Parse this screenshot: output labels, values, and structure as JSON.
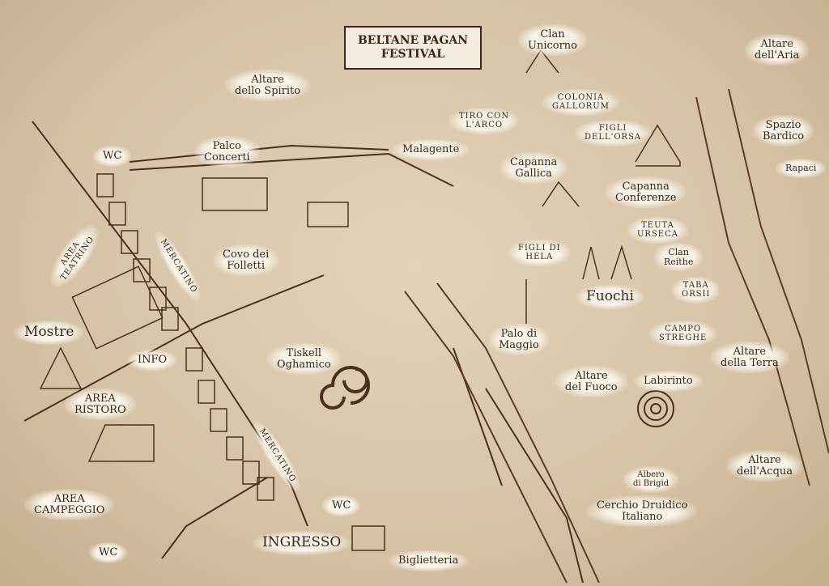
{
  "title": {
    "line1": "BELTANE PAGAN",
    "line2": "FESTIVAL"
  },
  "labels": {
    "altare_spirito": [
      "Altare",
      "dello Spirito"
    ],
    "palco_concerti": [
      "Palco",
      "Concerti"
    ],
    "wc_top": "WC",
    "wc_bottom_left": "WC",
    "wc_ingresso": "WC",
    "malagente": "Malagente",
    "tiro_arco": [
      "TIRO CON",
      "L'ARCO"
    ],
    "clan_unicorno": [
      "Clan",
      "Unicorno"
    ],
    "colonia_gallorum": [
      "COLONIA",
      "GALLORUM"
    ],
    "figli_orsa": [
      "FIGLI",
      "DELL'ORSA"
    ],
    "altare_aria": [
      "Altare",
      "dell'Aria"
    ],
    "spazio_bardico": [
      "Spazio",
      "Bardico"
    ],
    "rapaci": "Rapaci",
    "capanna_gallica": [
      "Capanna",
      "Gallica"
    ],
    "capanna_conferenze": [
      "Capanna",
      "Conferenze"
    ],
    "teuta_urseca": [
      "TEUTA",
      "URSECA"
    ],
    "clan_reithe": [
      "Clan",
      "Reithe"
    ],
    "figli_hela": [
      "FIGLI DI",
      "HELA"
    ],
    "fuochi": "Fuochi",
    "taba_orsii": [
      "TABA",
      "ORSII"
    ],
    "campo_streghe": [
      "CAMPO",
      "STREGHE"
    ],
    "palo_maggio": [
      "Palo di",
      "Maggio"
    ],
    "altare_fuoco": [
      "Altare",
      "del Fuoco"
    ],
    "labirinto": "Labirinto",
    "altare_terra": [
      "Altare",
      "della Terra"
    ],
    "altare_acqua": [
      "Altare",
      "dell'Acqua"
    ],
    "albero_brigid": [
      "Albero",
      "di Brigid"
    ],
    "cerchio_druidico": [
      "Cerchio Druidico",
      "Italiano"
    ],
    "area_teatrino": [
      "AREA",
      "TEATRINO"
    ],
    "mercatino_1": "MERCATINO",
    "mercatino_2": "MERCATINO",
    "covo_folletti": [
      "Covo dei",
      "Folletti"
    ],
    "mostre": "Mostre",
    "info": "INFO",
    "area_ristoro": [
      "AREA",
      "RISTORO"
    ],
    "tiskell": [
      "Tiskell",
      "Oghamico"
    ],
    "area_campeggio": [
      "AREA",
      "CAMPEGGIO"
    ],
    "ingresso": "INGRESSO",
    "biglietteria": "Biglietteria"
  }
}
